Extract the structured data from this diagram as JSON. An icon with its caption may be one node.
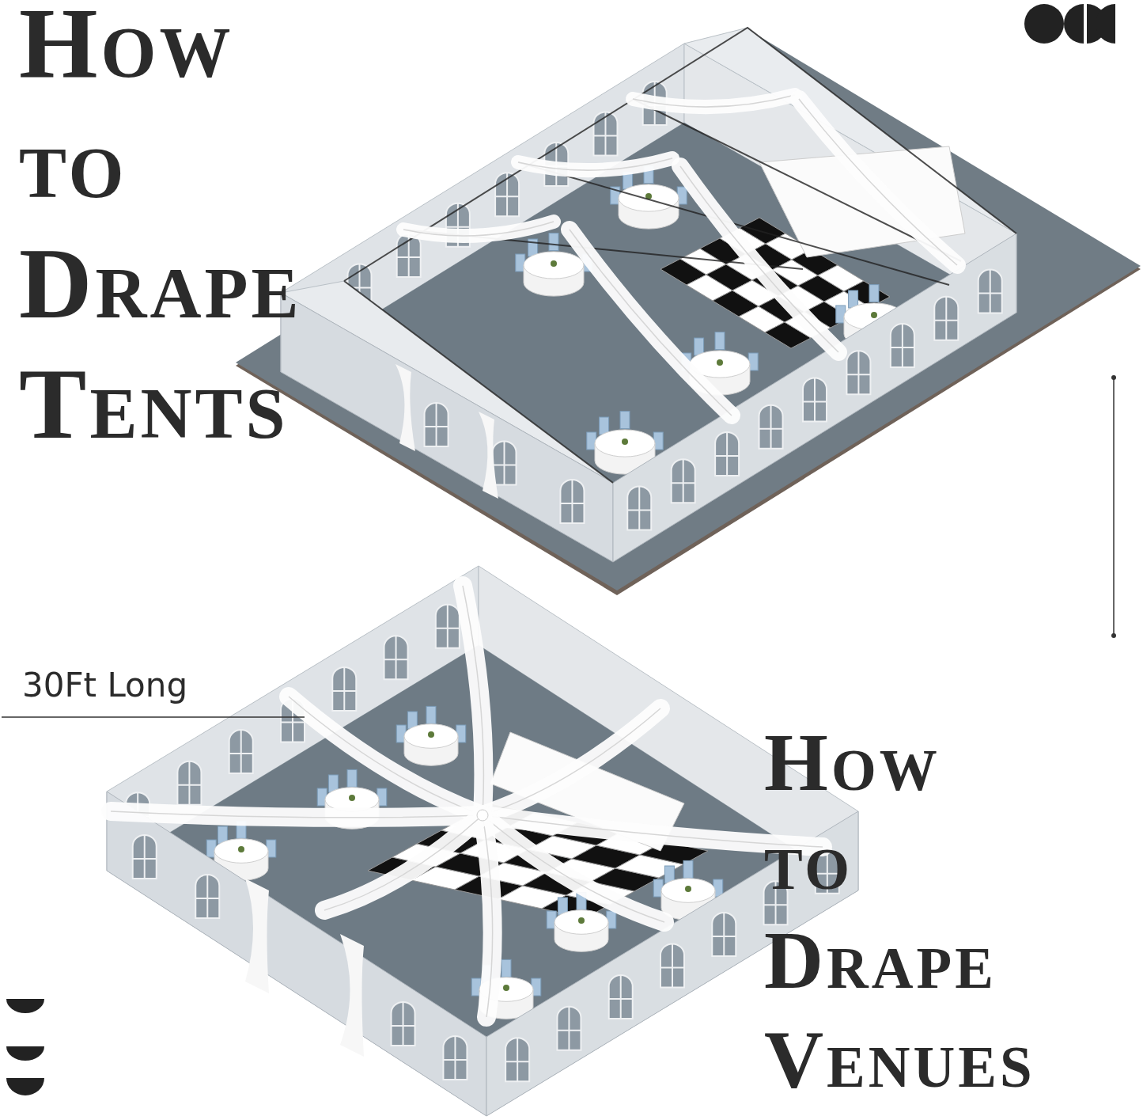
{
  "diagram": {
    "labels": [
      "How to Drape Tents",
      "30Ft Long",
      "How to Drape Venues"
    ]
  }
}
